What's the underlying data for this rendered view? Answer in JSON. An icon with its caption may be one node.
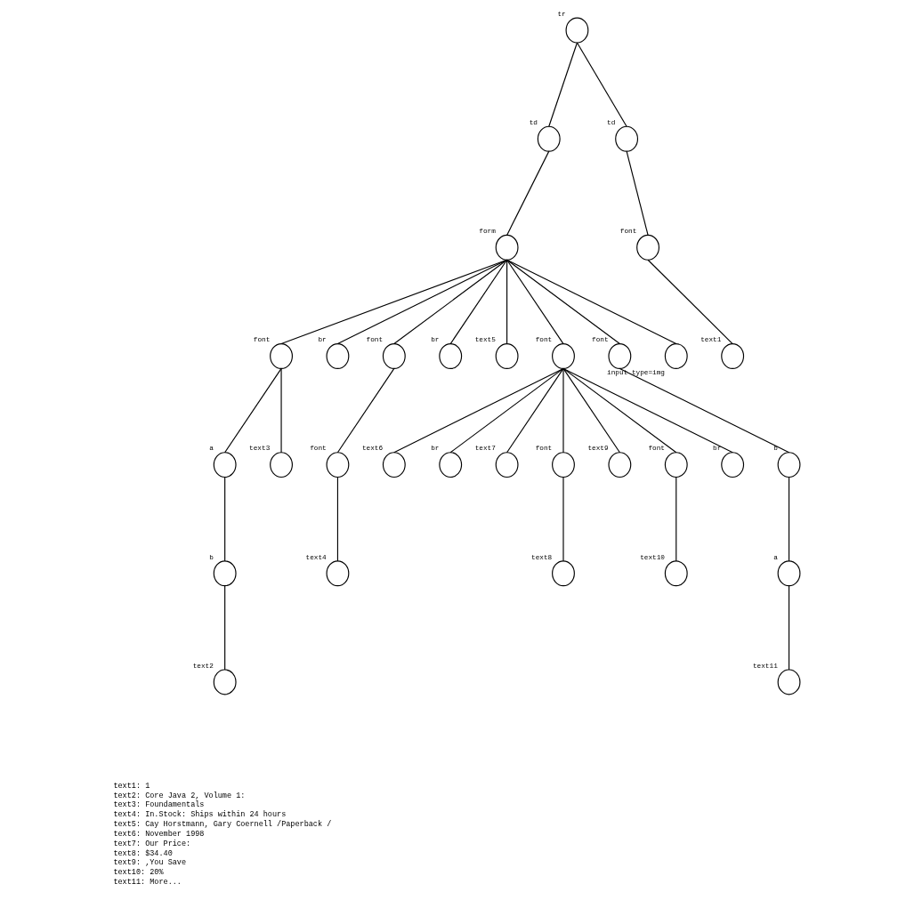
{
  "diagram": {
    "nodes": [
      {
        "text": [],
        "shape": "circle",
        "beside": [
          "tr"
        ]
      },
      {
        "text": [],
        "shape": "circle",
        "beside": [
          "td"
        ]
      },
      {
        "text": [],
        "shape": "circle",
        "beside": [
          "td"
        ]
      },
      {
        "text": [],
        "shape": "circle",
        "beside": [
          "form"
        ]
      },
      {
        "text": [],
        "shape": "circle",
        "beside": [
          "font"
        ]
      },
      {
        "text": [],
        "shape": "circle",
        "beside": [
          "text1"
        ]
      },
      {
        "text": [],
        "shape": "circle",
        "beside": [
          "font"
        ]
      },
      {
        "text": [],
        "shape": "circle",
        "beside": [
          "br"
        ]
      },
      {
        "text": [],
        "shape": "circle",
        "beside": [
          "font"
        ]
      },
      {
        "text": [],
        "shape": "circle",
        "beside": [
          "br"
        ]
      },
      {
        "text": [],
        "shape": "circle",
        "beside": [
          "text5"
        ]
      },
      {
        "text": [],
        "shape": "circle",
        "beside": [
          "font"
        ]
      },
      {
        "text": [],
        "shape": "circle",
        "beside": [
          "font"
        ]
      },
      {
        "text": [],
        "shape": "circle",
        "beside": [
          "input type=img"
        ]
      },
      {
        "text": [],
        "shape": "circle",
        "beside": [
          "a"
        ]
      },
      {
        "text": [],
        "shape": "circle",
        "beside": [
          "text3"
        ]
      },
      {
        "text": [],
        "shape": "circle",
        "beside": [
          "b"
        ]
      },
      {
        "text": [],
        "shape": "circle",
        "beside": [
          "text2"
        ]
      },
      {
        "text": [],
        "shape": "circle",
        "beside": [
          "font"
        ]
      },
      {
        "text": [],
        "shape": "circle",
        "beside": [
          "text4"
        ]
      },
      {
        "text": [],
        "shape": "circle",
        "beside": [
          "b"
        ]
      },
      {
        "text": [],
        "shape": "circle",
        "beside": [
          "a"
        ]
      },
      {
        "text": [],
        "shape": "circle",
        "beside": [
          "text11"
        ]
      },
      {
        "text": [],
        "shape": "circle",
        "beside": [
          "text6"
        ]
      },
      {
        "text": [],
        "shape": "circle",
        "beside": [
          "br"
        ]
      },
      {
        "text": [],
        "shape": "circle",
        "beside": [
          "text7"
        ]
      },
      {
        "text": [],
        "shape": "circle",
        "beside": [
          "font"
        ]
      },
      {
        "text": [],
        "shape": "circle",
        "beside": [
          "text9"
        ]
      },
      {
        "text": [],
        "shape": "circle",
        "beside": [
          "font"
        ]
      },
      {
        "text": [],
        "shape": "circle",
        "beside": [
          "br"
        ]
      },
      {
        "text": [],
        "shape": "circle",
        "beside": [
          "text8"
        ]
      },
      {
        "text": [],
        "shape": "circle",
        "beside": [
          "text10"
        ]
      }
    ],
    "edges": [
      {
        "from": 0,
        "to": 2,
        "arrow": "none"
      },
      {
        "from": 0,
        "to": 1,
        "arrow": "none"
      },
      {
        "from": 1,
        "to": 3,
        "arrow": "none"
      },
      {
        "from": 2,
        "to": 4,
        "arrow": "none"
      },
      {
        "from": 4,
        "to": 5,
        "arrow": "none"
      },
      {
        "from": 3,
        "to": 6,
        "arrow": "none"
      },
      {
        "from": 3,
        "to": 7,
        "arrow": "none"
      },
      {
        "from": 3,
        "to": 8,
        "arrow": "none"
      },
      {
        "from": 3,
        "to": 9,
        "arrow": "none"
      },
      {
        "from": 3,
        "to": 10,
        "arrow": "none"
      },
      {
        "from": 3,
        "to": 11,
        "arrow": "none"
      },
      {
        "from": 3,
        "to": 12,
        "arrow": "none"
      },
      {
        "from": 3,
        "to": 13,
        "arrow": "none"
      },
      {
        "from": 6,
        "to": 14,
        "arrow": "none"
      },
      {
        "from": 6,
        "to": 15,
        "arrow": "none"
      },
      {
        "from": 14,
        "to": 16,
        "arrow": "none"
      },
      {
        "from": 16,
        "to": 17,
        "arrow": "none"
      },
      {
        "from": 8,
        "to": 18,
        "arrow": "none"
      },
      {
        "from": 18,
        "to": 19,
        "arrow": "none"
      },
      {
        "from": 12,
        "to": 20,
        "arrow": "none"
      },
      {
        "from": 20,
        "to": 21,
        "arrow": "none"
      },
      {
        "from": 21,
        "to": 22,
        "arrow": "none"
      },
      {
        "from": 11,
        "to": 23,
        "arrow": "none"
      },
      {
        "from": 11,
        "to": 24,
        "arrow": "none"
      },
      {
        "from": 11,
        "to": 25,
        "arrow": "none"
      },
      {
        "from": 11,
        "to": 26,
        "arrow": "none"
      },
      {
        "from": 11,
        "to": 27,
        "arrow": "none"
      },
      {
        "from": 11,
        "to": 28,
        "arrow": "none"
      },
      {
        "from": 11,
        "to": 29,
        "arrow": "none"
      },
      {
        "from": 26,
        "to": 30,
        "arrow": "none"
      },
      {
        "from": 28,
        "to": 31,
        "arrow": "none"
      }
    ],
    "labels": [
      "text1: 1",
      "text2: Core Java 2, Volume 1:",
      "text3: Foundamentals",
      "text4: In.Stock: Ships within 24 hours",
      "text5: Cay Horstmann, Gary Coernell /Paperback /",
      "text6: November 1998",
      "text7: Our Price:",
      "text8: $34.40",
      "text9: ,You Save",
      "text10: 20%",
      "text11: More..."
    ]
  }
}
